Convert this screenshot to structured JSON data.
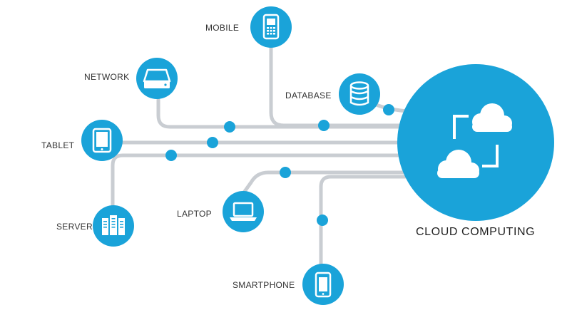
{
  "diagram": {
    "hub_label": "CLOUD COMPUTING",
    "nodes": {
      "mobile": {
        "label": "MOBILE",
        "icon": "mobile-phone-icon"
      },
      "network": {
        "label": "NETWORK",
        "icon": "hard-drive-icon"
      },
      "database": {
        "label": "DATABASE",
        "icon": "database-icon"
      },
      "tablet": {
        "label": "TABLET",
        "icon": "tablet-icon"
      },
      "server": {
        "label": "SERVER",
        "icon": "server-rack-icon"
      },
      "laptop": {
        "label": "LAPTOP",
        "icon": "laptop-icon"
      },
      "smartphone": {
        "label": "SMARTPHONE",
        "icon": "smartphone-icon"
      }
    },
    "colors": {
      "accent": "#1aa3d9",
      "connector": "#c9cdd2",
      "icon": "#ffffff"
    }
  }
}
